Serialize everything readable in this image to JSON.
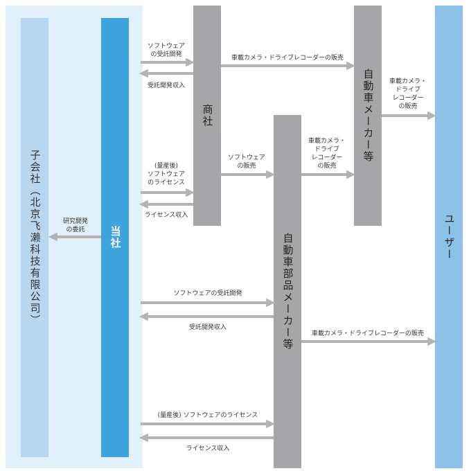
{
  "entities": {
    "subsidiary": "子会社（北京飞濑科技有限公司）",
    "company": "当社",
    "trading": "商社",
    "automaker": "自動車メーカー等",
    "parts_maker": "自動車部品メーカー等",
    "user": "ユーザー"
  },
  "flows": {
    "research_commission": [
      "研究開発",
      "の委託"
    ],
    "sw_dev_commission_trading": [
      "ソフトウェア",
      "の受託開発"
    ],
    "contract_dev_income_trading": [
      "受託開発収入"
    ],
    "cam_sales_trading_to_automaker": [
      "車載カメラ・ドライブレコーダーの販売"
    ],
    "cam_sales_automaker_to_user": [
      "車載カメラ・",
      "ドライブ",
      "レコーダー",
      "の販売"
    ],
    "sw_license_trading": [
      "(量産後)",
      "ソフトウェア",
      "のライセンス"
    ],
    "license_income_trading": [
      "ライセンス収入"
    ],
    "sw_sales_trading_to_parts": [
      "ソフトウェア",
      "の販売"
    ],
    "cam_sales_parts_to_automaker": [
      "車載カメラ・",
      "ドライブ",
      "レコーダー",
      "の販売"
    ],
    "sw_dev_commission_parts": [
      "ソフトウェアの受託開発"
    ],
    "contract_dev_income_parts": [
      "受託開発収入"
    ],
    "cam_sales_parts_to_user": [
      "車載カメラ・ドライブレコーダーの販売"
    ],
    "sw_license_parts": [
      "(量産後) ソフトウェアのライセンス"
    ],
    "license_income_parts": [
      "ライセンス収入"
    ]
  },
  "colors": {
    "panel": "#e1f1fb",
    "subsidiary": "#b8d6ee",
    "company": "#3fa3e0",
    "gray": "#a6a6a8",
    "user": "#8cc1e8",
    "arrow": "#b3b3b5"
  }
}
